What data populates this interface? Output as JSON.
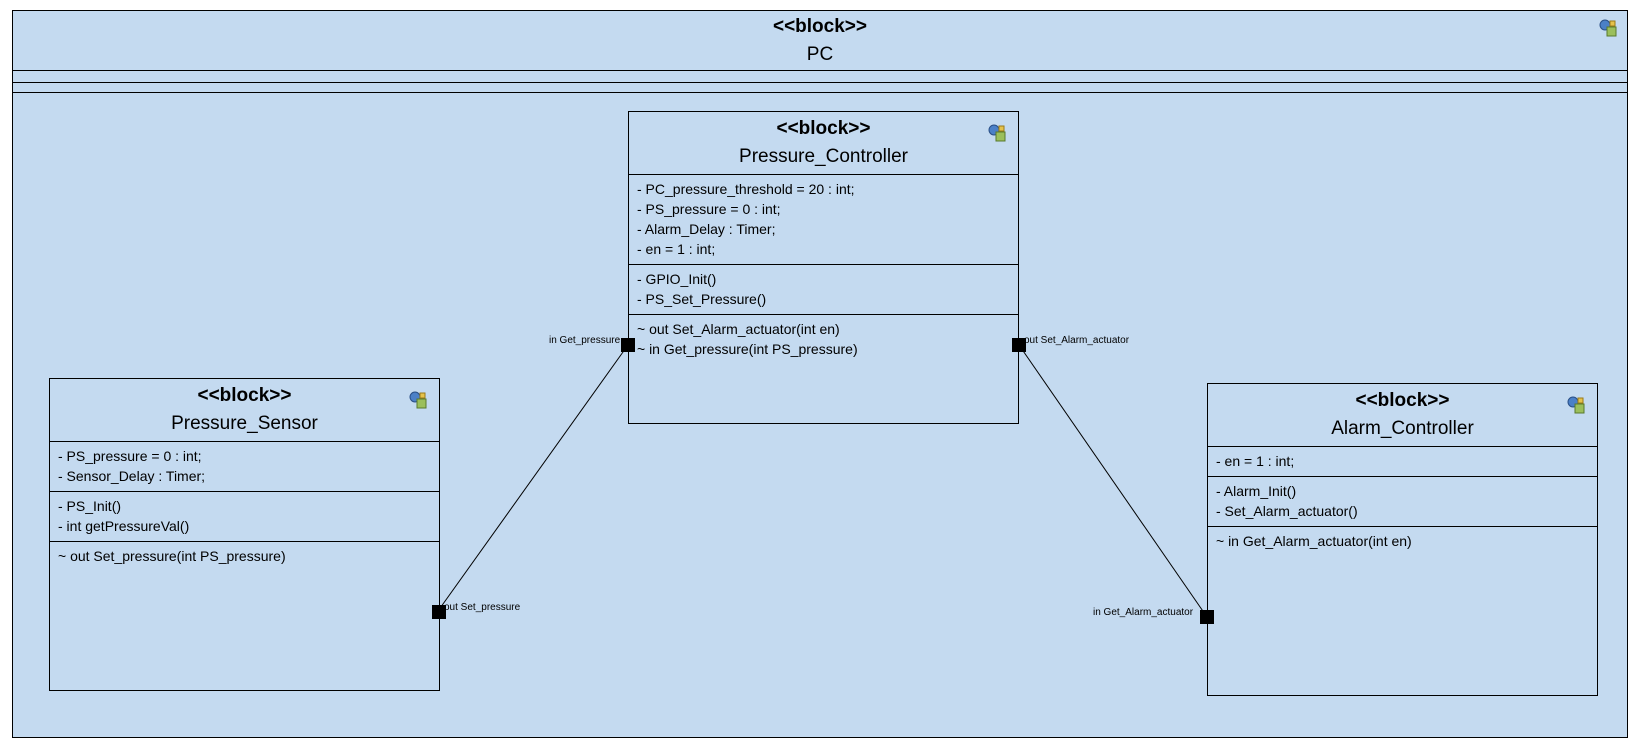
{
  "pc": {
    "stereotype": "<<block>>",
    "name": "PC"
  },
  "pressure_controller": {
    "stereotype": "<<block>>",
    "name": "Pressure_Controller",
    "attributes": [
      "- PC_pressure_threshold = 20 : int;",
      "- PS_pressure = 0 : int;",
      "- Alarm_Delay : Timer;",
      "- en = 1 : int;"
    ],
    "operations": [
      "- GPIO_Init()",
      "- PS_Set_Pressure()"
    ],
    "ports": [
      "~ out Set_Alarm_actuator(int en)",
      "~ in Get_pressure(int PS_pressure)"
    ]
  },
  "pressure_sensor": {
    "stereotype": "<<block>>",
    "name": "Pressure_Sensor",
    "attributes": [
      "- PS_pressure = 0 : int;",
      "- Sensor_Delay : Timer;"
    ],
    "operations": [
      "- PS_Init()",
      "- int getPressureVal()"
    ],
    "ports": [
      "~ out Set_pressure(int PS_pressure)"
    ]
  },
  "alarm_controller": {
    "stereotype": "<<block>>",
    "name": "Alarm_Controller",
    "attributes": [
      "- en = 1 : int;"
    ],
    "operations": [
      "- Alarm_Init()",
      "- Set_Alarm_actuator()"
    ],
    "ports": [
      "~ in Get_Alarm_actuator(int en)"
    ]
  },
  "port_labels": {
    "pc_in_get_pressure": "in Get_pressure",
    "pc_out_set_alarm_actuator": "out Set_Alarm_actuator",
    "ps_out_set_pressure": "out Set_pressure",
    "ac_in_get_alarm_actuator": "in Get_Alarm_actuator"
  },
  "colors": {
    "block_fill": "#c4daf0",
    "line": "#000000",
    "port": "#000000"
  },
  "icons": {
    "block": "block-element-icon"
  }
}
